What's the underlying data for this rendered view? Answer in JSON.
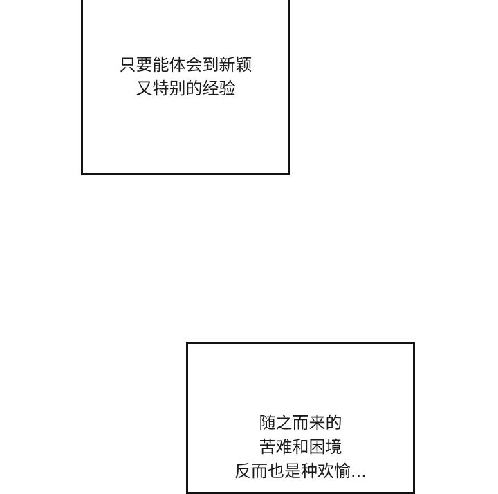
{
  "panels": [
    {
      "id": "panel-1",
      "lines": [
        "只要能体会到新颖",
        "又特别的经验"
      ]
    },
    {
      "id": "panel-2",
      "lines": [
        "随之而来的",
        "苦难和困境",
        "反而也是种欢愉..."
      ]
    }
  ],
  "colors": {
    "background": "#ffffff",
    "border": "#111111",
    "text": "#1a1a1a"
  }
}
